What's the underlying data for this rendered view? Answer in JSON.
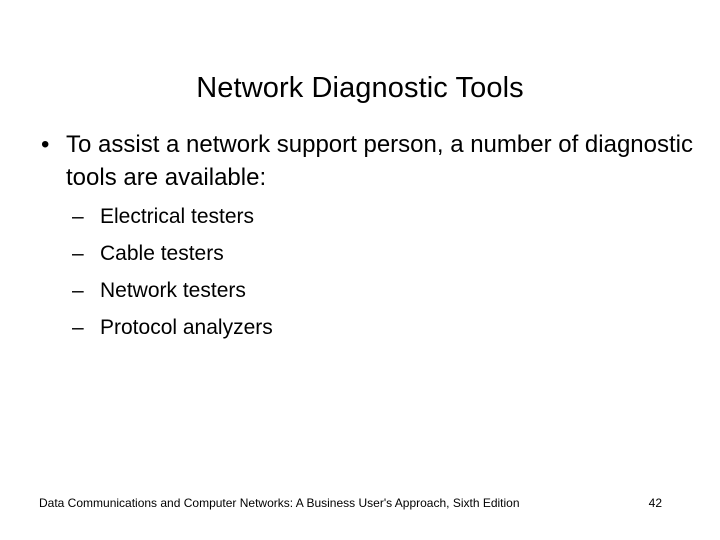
{
  "slide": {
    "title": "Network Diagnostic Tools",
    "background_color": "#ffffff",
    "text_color": "#000000",
    "bullets": [
      {
        "marker": "•",
        "text": "To assist a network support person, a number of diagnostic tools are available:",
        "sub_bullets": [
          {
            "marker": "–",
            "text": "Electrical testers"
          },
          {
            "marker": "–",
            "text": "Cable testers"
          },
          {
            "marker": "–",
            "text": "Network testers"
          },
          {
            "marker": "–",
            "text": "Protocol analyzers"
          }
        ]
      }
    ],
    "footer": {
      "text": "Data Communications and Computer Networks: A Business User's Approach, Sixth Edition",
      "page_number": "42"
    }
  }
}
